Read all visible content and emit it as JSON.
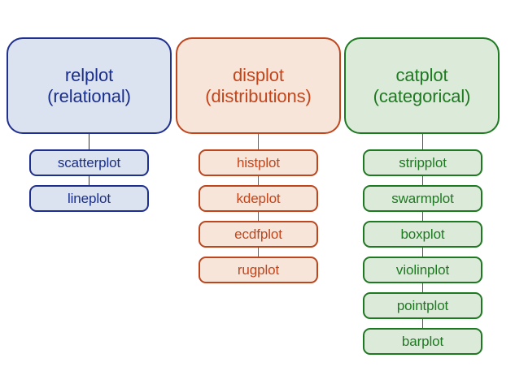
{
  "diagram": {
    "background_color": "#ffffff",
    "columns": [
      {
        "id": "relplot",
        "accent_color": "#1f2f8f",
        "fill_color": "#dbe2f0",
        "parent": {
          "title": "relplot",
          "subtitle": "(relational)"
        },
        "children": [
          {
            "label": "scatterplot"
          },
          {
            "label": "lineplot"
          }
        ]
      },
      {
        "id": "displot",
        "accent_color": "#bf451c",
        "fill_color": "#f8e5da",
        "parent": {
          "title": "displot",
          "subtitle": "(distributions)"
        },
        "children": [
          {
            "label": "histplot"
          },
          {
            "label": "kdeplot"
          },
          {
            "label": "ecdfplot"
          },
          {
            "label": "rugplot"
          }
        ]
      },
      {
        "id": "catplot",
        "accent_color": "#1d7a21",
        "fill_color": "#dcead9",
        "parent": {
          "title": "catplot",
          "subtitle": "(categorical)"
        },
        "children": [
          {
            "label": "stripplot"
          },
          {
            "label": "swarmplot"
          },
          {
            "label": "boxplot"
          },
          {
            "label": "violinplot"
          },
          {
            "label": "pointplot"
          },
          {
            "label": "barplot"
          }
        ]
      }
    ]
  }
}
